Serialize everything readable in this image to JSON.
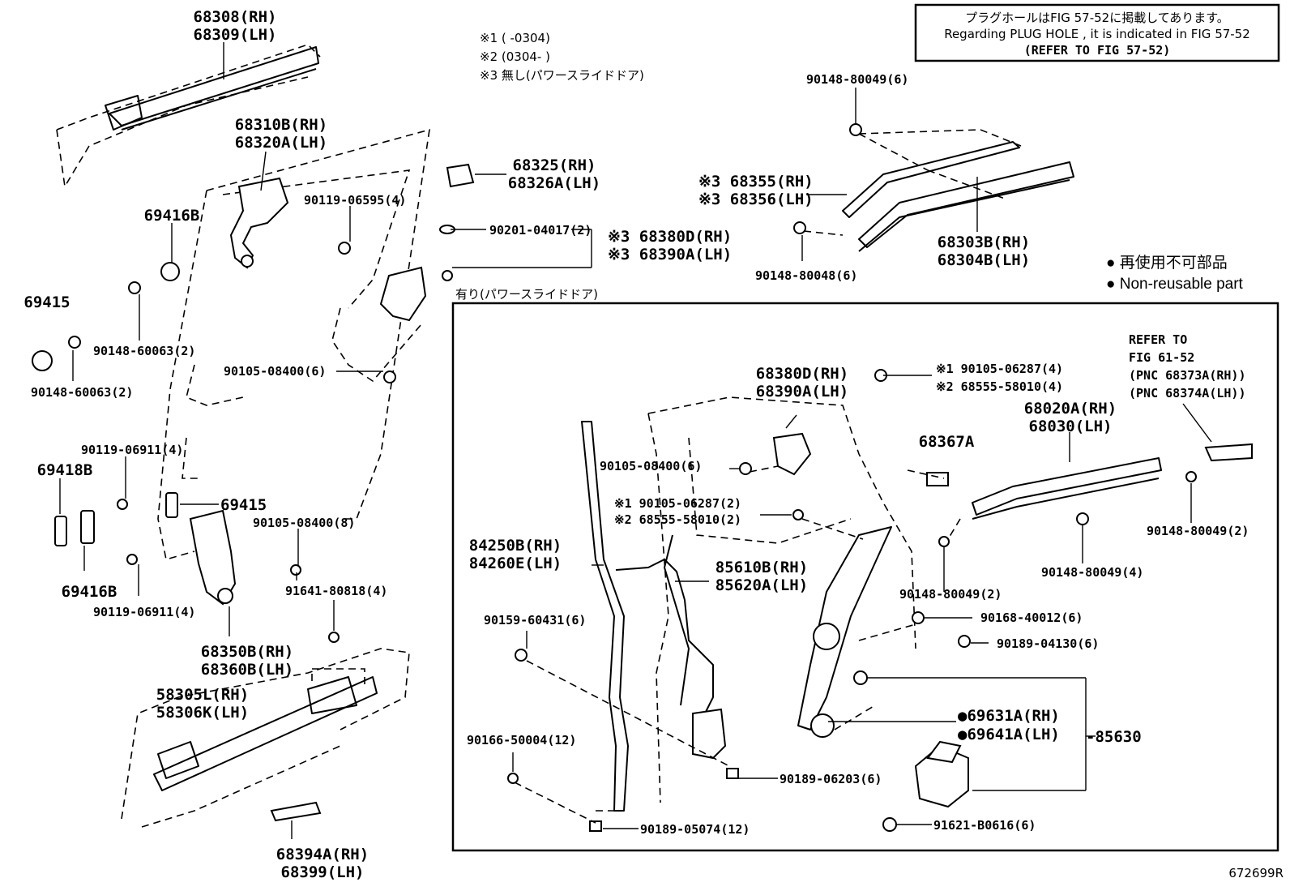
{
  "notes": {
    "box_lines": [
      "プラグホールはFIG 57-52に掲載してあります。",
      "Regarding PLUG HOLE , it is indicated in FIG 57-52",
      "(REFER TO FIG 57-52)"
    ],
    "variant_notes": [
      "※1 (    -0304)",
      "※2 (0304-    )",
      "※3 無し(パワースライドドア)"
    ],
    "power_door_label": "有り(パワースライドドア)",
    "legend": [
      "● 再使用不可部品",
      "● Non-reusable part"
    ],
    "refer_fig": [
      "REFER TO",
      "FIG 61-52",
      "(PNC 68373A(RH))",
      "(PNC 68374A(LH))"
    ],
    "figure_code": "672699R"
  },
  "labels": [
    {
      "id": "p68308",
      "lines": [
        "68308(RH)",
        "68309(LH)"
      ]
    },
    {
      "id": "p68310",
      "lines": [
        "68310B(RH)",
        "68320A(LH)"
      ]
    },
    {
      "id": "p69416b-top",
      "lines": [
        "69416B"
      ]
    },
    {
      "id": "p90119-06595",
      "lines": [
        "90119-06595(4)"
      ]
    },
    {
      "id": "p69415-left",
      "lines": [
        "69415"
      ]
    },
    {
      "id": "p90148-60063-a",
      "lines": [
        "90148-60063(2)"
      ]
    },
    {
      "id": "p90148-60063-b",
      "lines": [
        "90148-60063(2)"
      ]
    },
    {
      "id": "p90105-08400-6a",
      "lines": [
        "90105-08400(6)"
      ]
    },
    {
      "id": "p90119-06911-a",
      "lines": [
        "90119-06911(4)"
      ]
    },
    {
      "id": "p69418b",
      "lines": [
        "69418B"
      ]
    },
    {
      "id": "p69415-mid",
      "lines": [
        "69415"
      ]
    },
    {
      "id": "p90105-08400-8",
      "lines": [
        "90105-08400(8)"
      ]
    },
    {
      "id": "p69416b-bottom",
      "lines": [
        "69416B"
      ]
    },
    {
      "id": "p90119-06911-b",
      "lines": [
        "90119-06911(4)"
      ]
    },
    {
      "id": "p91641",
      "lines": [
        "91641-80818(4)"
      ]
    },
    {
      "id": "p68350",
      "lines": [
        "68350B(RH)",
        "68360B(LH)"
      ]
    },
    {
      "id": "p58305",
      "lines": [
        "58305L(RH)",
        "58306K(LH)"
      ]
    },
    {
      "id": "p68394",
      "lines": [
        "68394A(RH)",
        "68399(LH)"
      ]
    },
    {
      "id": "p68325",
      "lines": [
        "68325(RH)",
        "68326A(LH)"
      ]
    },
    {
      "id": "p90201",
      "lines": [
        "90201-04017(2)"
      ]
    },
    {
      "id": "p68380-top",
      "lines": [
        "※3 68380D(RH)",
        "※3 68390A(LH)"
      ]
    },
    {
      "id": "p90148-80049-6",
      "lines": [
        "90148-80049(6)"
      ]
    },
    {
      "id": "p68355",
      "lines": [
        "※3 68355(RH)",
        "※3 68356(LH)"
      ]
    },
    {
      "id": "p90148-80048",
      "lines": [
        "90148-80048(6)"
      ]
    },
    {
      "id": "p68303",
      "lines": [
        "68303B(RH)",
        "68304B(LH)"
      ]
    },
    {
      "id": "p68380-in",
      "lines": [
        "68380D(RH)",
        "68390A(LH)"
      ]
    },
    {
      "id": "p90105-06287-4",
      "lines": [
        "※1 90105-06287(4)",
        "※2 68555-58010(4)"
      ]
    },
    {
      "id": "p68367a",
      "lines": [
        "68367A"
      ]
    },
    {
      "id": "p68020",
      "lines": [
        "68020A(RH)",
        "68030(LH)"
      ]
    },
    {
      "id": "p90105-08400-6b",
      "lines": [
        "90105-08400(6)"
      ]
    },
    {
      "id": "p90105-06287-2",
      "lines": [
        "※1 90105-06287(2)",
        "※2 68555-58010(2)"
      ]
    },
    {
      "id": "p84250",
      "lines": [
        "84250B(RH)",
        "84260E(LH)"
      ]
    },
    {
      "id": "p85610",
      "lines": [
        "85610B(RH)",
        "85620A(LH)"
      ]
    },
    {
      "id": "p90148-80049-2a",
      "lines": [
        "90148-80049(2)"
      ]
    },
    {
      "id": "p90148-80049-4",
      "lines": [
        "90148-80049(4)"
      ]
    },
    {
      "id": "p90148-80049-2b",
      "lines": [
        "90148-80049(2)"
      ]
    },
    {
      "id": "p90159",
      "lines": [
        "90159-60431(6)"
      ]
    },
    {
      "id": "p90168",
      "lines": [
        "90168-40012(6)"
      ]
    },
    {
      "id": "p90189-04130",
      "lines": [
        "90189-04130(6)"
      ]
    },
    {
      "id": "p69631",
      "lines": [
        "●69631A(RH)",
        "●69641A(LH)"
      ]
    },
    {
      "id": "p85630",
      "lines": [
        "-85630"
      ]
    },
    {
      "id": "p90166",
      "lines": [
        "90166-50004(12)"
      ]
    },
    {
      "id": "p90189-06203",
      "lines": [
        "90189-06203(6)"
      ]
    },
    {
      "id": "p90189-05074",
      "lines": [
        "90189-05074(12)"
      ]
    },
    {
      "id": "p91621",
      "lines": [
        "91621-B0616(6)"
      ]
    }
  ]
}
